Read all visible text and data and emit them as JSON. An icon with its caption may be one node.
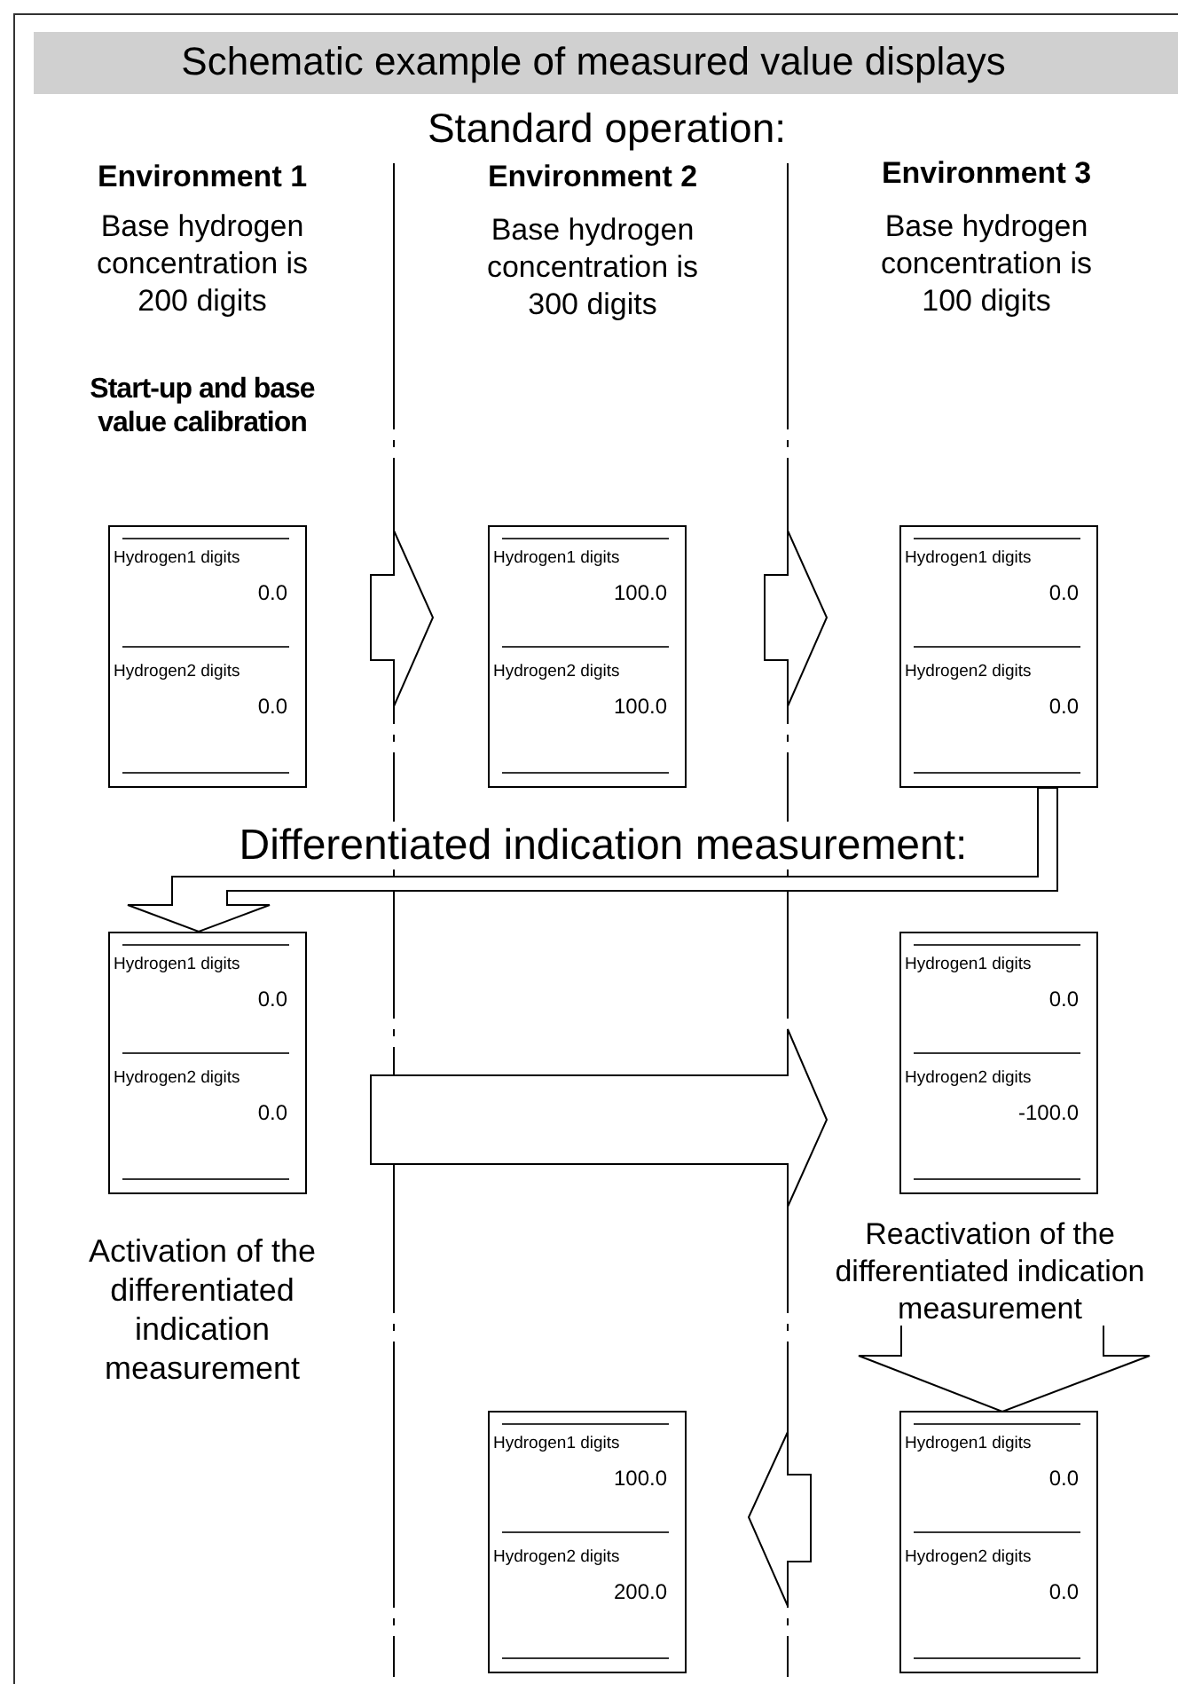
{
  "diagram": {
    "title": "Schematic example of measured value displays",
    "nodes": [
      {
        "text": [
          "Hydrogen1 digits",
          "0.0",
          "Hydrogen2 digits",
          "0.0"
        ],
        "beside": [
          "Start-up and base value calibration"
        ]
      },
      {
        "text": [
          "Hydrogen1 digits",
          "100.0",
          "Hydrogen2 digits",
          "100.0"
        ]
      },
      {
        "text": [
          "Hydrogen1 digits",
          "0.0",
          "Hydrogen2 digits",
          "0.0"
        ]
      },
      {
        "text": [
          "Hydrogen1 digits",
          "0.0",
          "Hydrogen2 digits",
          "0.0"
        ],
        "beside": [
          "Activation of the differentiated indication measurement"
        ]
      },
      {
        "text": [
          "Hydrogen1 digits",
          "0.0",
          "Hydrogen2 digits",
          "-100.0"
        ]
      },
      {
        "text": [
          "Reactivation of the differentiated indication measurement"
        ]
      },
      {
        "text": [
          "Hydrogen1 digits",
          "100.0",
          "Hydrogen2 digits",
          "200.0"
        ]
      },
      {
        "text": [
          "Hydrogen1 digits",
          "0.0",
          "Hydrogen2 digits",
          "0.0"
        ]
      }
    ],
    "edges": [
      {
        "from": 0,
        "to": 1,
        "arrow": "to"
      },
      {
        "from": 1,
        "to": 2,
        "arrow": "to"
      },
      {
        "from": 2,
        "to": 3,
        "arrow": "to"
      },
      {
        "from": 3,
        "to": 4,
        "arrow": "to"
      },
      {
        "from": 5,
        "to": 7,
        "arrow": "to"
      },
      {
        "from": 7,
        "to": 6,
        "arrow": "to"
      }
    ],
    "labels": [
      "Standard operation:",
      "Environment 1",
      "Environment 2",
      "Environment 3",
      "Base hydrogen concentration is 200 digits",
      "Base hydrogen concentration is 300 digits",
      "Base hydrogen concentration is 100 digits",
      "Differentiated indication measurement:"
    ]
  }
}
